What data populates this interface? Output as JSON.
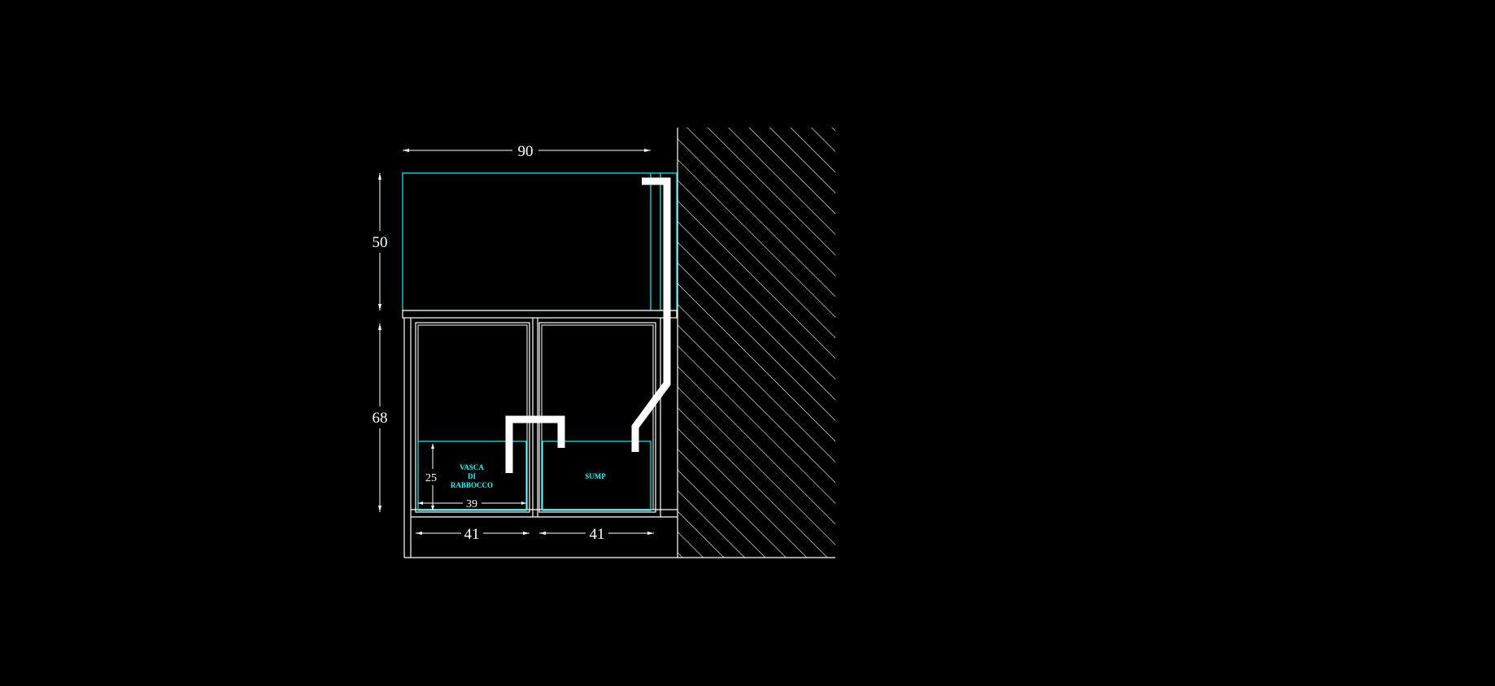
{
  "dimensions": {
    "width_total": "90",
    "height_tank": "50",
    "height_cabinet": "68",
    "compartment_left": "41",
    "compartment_right": "41",
    "refill_height": "25",
    "refill_width": "39"
  },
  "labels": {
    "refill_tank": [
      "VASCA",
      "DI",
      "RABBOCCO"
    ],
    "sump": "SUMP"
  },
  "colors": {
    "background": "#000000",
    "line": "#ffffff",
    "accent": "#00ffff"
  }
}
